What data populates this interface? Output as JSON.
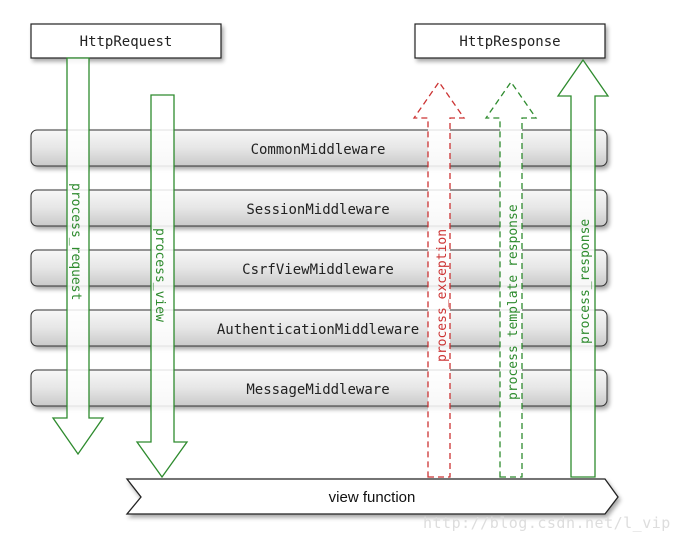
{
  "request_box": {
    "label": "HttpRequest"
  },
  "response_box": {
    "label": "HttpResponse"
  },
  "middlewares": [
    {
      "label": "CommonMiddleware"
    },
    {
      "label": "SessionMiddleware"
    },
    {
      "label": "CsrfViewMiddleware"
    },
    {
      "label": "AuthenticationMiddleware"
    },
    {
      "label": "MessageMiddleware"
    }
  ],
  "flows": {
    "process_request": {
      "label": "process_request",
      "color": "#2e8b2e"
    },
    "process_view": {
      "label": "process_view",
      "color": "#2e8b2e"
    },
    "process_exception": {
      "label": "process_exception",
      "color": "#cc3333"
    },
    "process_template_response": {
      "label": "process template response",
      "color": "#2e8b2e"
    },
    "process_response": {
      "label": "process_response",
      "color": "#2e8b2e"
    }
  },
  "view_function": {
    "label": "view function"
  },
  "watermark": {
    "text": "http://blog.csdn.net/l_vip"
  }
}
